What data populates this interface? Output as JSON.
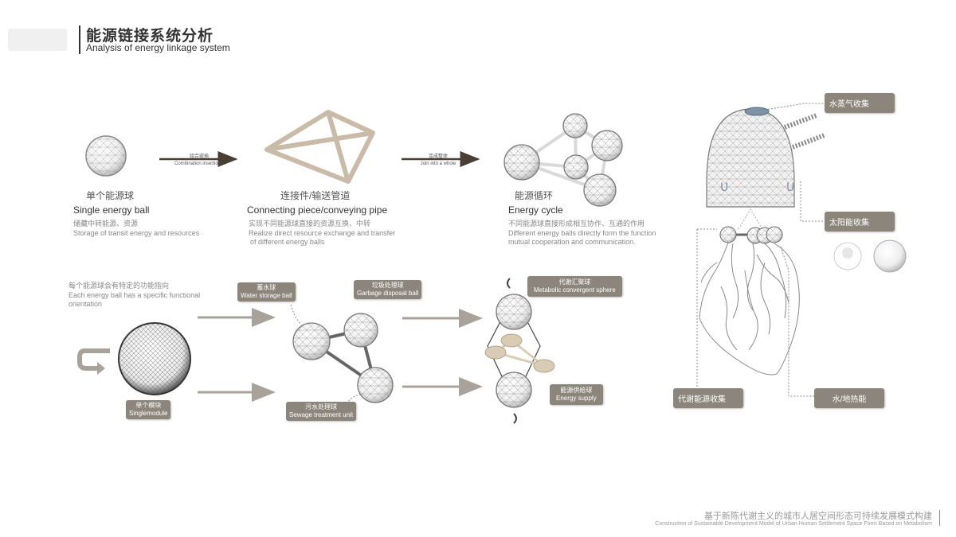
{
  "header": {
    "title_zh": "能源链接系统分析",
    "title_en": "Analysis of energy linkage system"
  },
  "top_row": {
    "arrow1_zh": "组合嵌插",
    "arrow1_en": "Combination insertion",
    "arrow2_zh": "连成整体",
    "arrow2_en": "Join into a whole",
    "item1": {
      "zh": "单个能源球",
      "en": "Single energy ball",
      "desc_zh": "储藏中转能源、资源",
      "desc_en": "Storage of transit energy and resources"
    },
    "item2": {
      "zh": "连接件/输送管道",
      "en": "Connecting piece/conveying pipe",
      "desc_zh": "实现不同能源球直接的资源互换、中转",
      "desc_en1": "Realize direct resource exchange and transfer",
      "desc_en2": "of different energy balls"
    },
    "item3": {
      "zh": "能源循环",
      "en": "Energy cycle",
      "desc_zh": "不同能源球直接形成相互协作、互通的作用",
      "desc_en1": "Different energy balls directly form the function",
      "desc_en2": "mutual cooperation and communication."
    }
  },
  "bottom_row": {
    "intro_zh": "每个能源球会有特定的功能指向",
    "intro_en1": "Each energy ball has a specific functional",
    "intro_en2": "orientation",
    "single": {
      "zh": "单个模块",
      "en": "Singlemodule"
    },
    "water": {
      "zh": "蓄水球",
      "en": "Water storage ball"
    },
    "garbage": {
      "zh": "垃圾处理球",
      "en": "Garbage disposal ball"
    },
    "sewage": {
      "zh": "污水处理球",
      "en": "Sewage treatment unit"
    },
    "metabolic": {
      "zh": "代谢汇聚球",
      "en": "Metabolic convergent sphere"
    },
    "supply": {
      "zh": "能源供给球",
      "en": "Energy supply"
    }
  },
  "right_panel": {
    "steam": "水蒸气收集",
    "solar": "太阳能收集",
    "metabolic": "代谢能源收集",
    "geo": "水/地热能"
  },
  "footer": {
    "zh": "基于新陈代谢主义的城市人居空间形态可持续发展模式构建",
    "en": "Construction of Sustainable Development Model of Urban Human Settlement Space Form Based on Metabolism"
  },
  "colors": {
    "tag": "#8c857b",
    "arrow": "#4a3f35",
    "triangle": "#c9bba8",
    "tan_disc": "#d9ccb4",
    "steam_disc": "#7f93a6"
  }
}
